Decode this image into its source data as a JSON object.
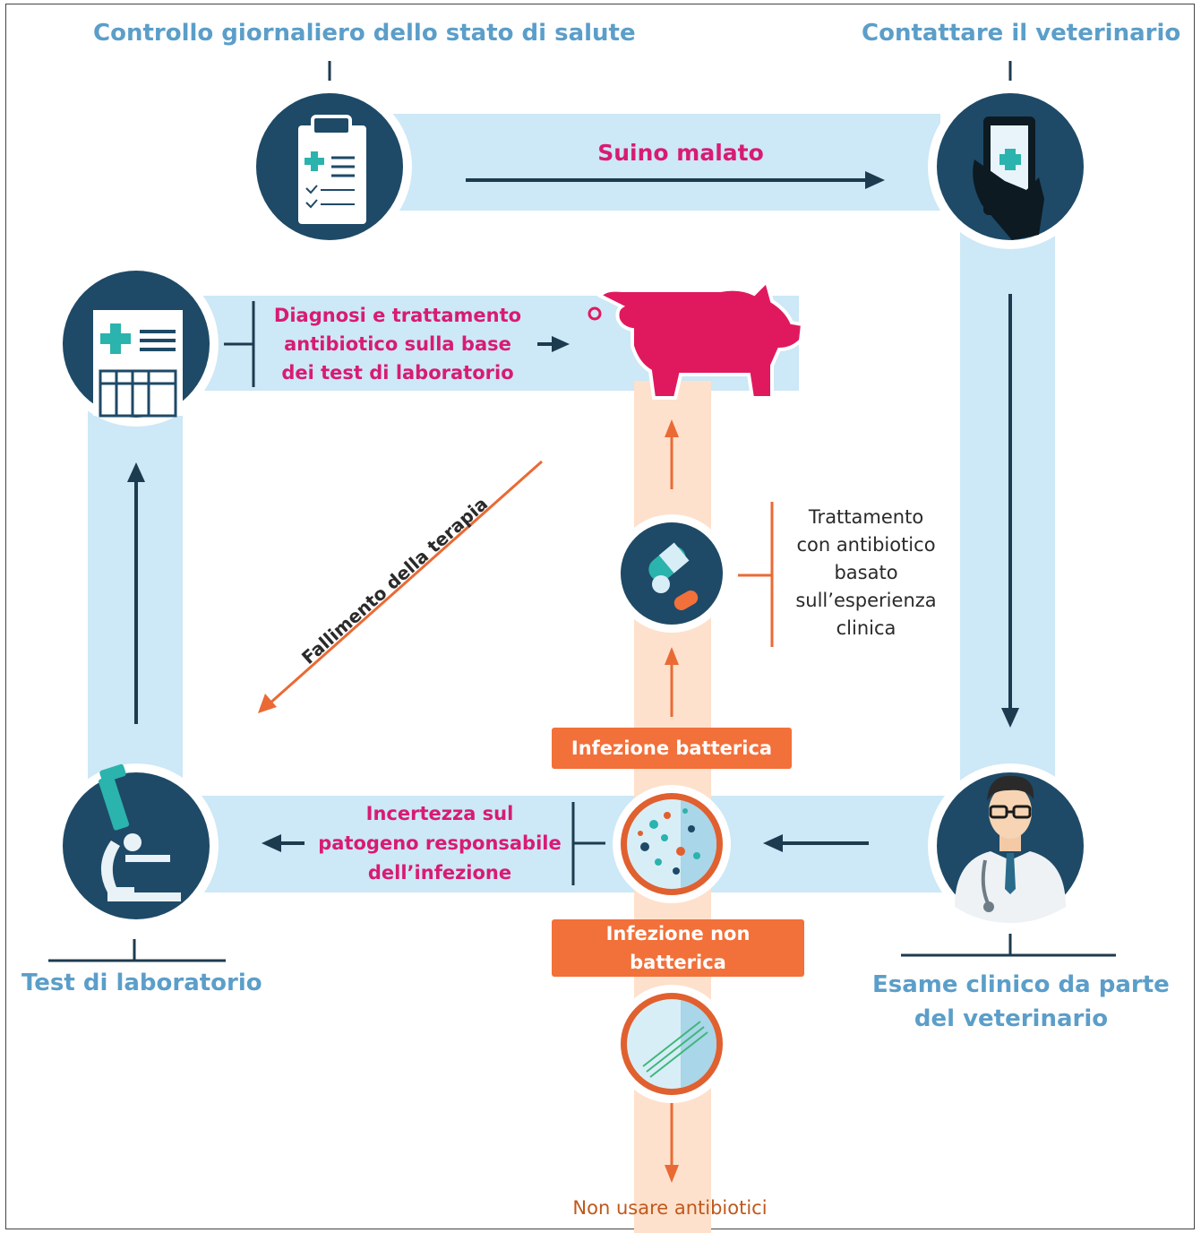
{
  "nodes": {
    "daily_check": {
      "label": "Controllo giornaliero dello stato di salute"
    },
    "contact_vet": {
      "label": "Contattare il veterinario"
    },
    "clinical_exam": {
      "label_line1": "Esame clinico da parte",
      "label_line2": "del veterinario"
    },
    "lab_test": {
      "label": "Test di laboratorio"
    }
  },
  "flows": {
    "sick_pig": "Suino malato",
    "diagnosis": [
      "Diagnosi  e trattamento",
      "antibiotico  sulla  base",
      "dei test di laboratorio"
    ],
    "uncertainty": [
      "Incertezza sul",
      "patogeno responsabile",
      "dell’infezione"
    ],
    "therapy_failure": "Fallimento della terapia",
    "empirical_treatment": [
      "Trattamento",
      "con antibiotico",
      "basato",
      "sull’esperienza",
      "clinica"
    ],
    "bacterial_infection": "Infezione batterica",
    "non_bacterial_line1": "Infezione non",
    "non_bacterial_line2": "batterica",
    "no_antibiotics": "Non usare antibiotici"
  },
  "icons": [
    "clipboard-icon",
    "smartphone-icon",
    "doctor-icon",
    "microscope-icon",
    "medical-record-icon",
    "pig-icon",
    "pills-icon",
    "petri-dish-bacteria-icon",
    "petri-dish-clear-icon"
  ],
  "colors": {
    "band": "#cde8f6",
    "band_orange": "#fde1cc",
    "circle": "#1e4a67",
    "arrow_dark": "#1d3b4f",
    "arrow_orange": "#ea6a35",
    "pig": "#e0195f",
    "title_blue": "#5b9ec9",
    "magenta": "#d81b74",
    "badge": "#f2703a"
  }
}
